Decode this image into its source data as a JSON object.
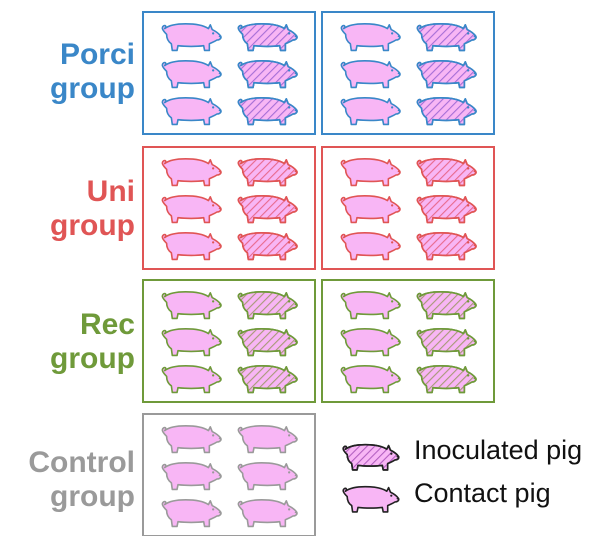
{
  "groups": [
    {
      "line1": "Porci",
      "line2": "group",
      "color": "#3a87c8",
      "body": "#f8b6f5",
      "hatch": "#a66fd6",
      "pens": 2
    },
    {
      "line1": "Uni",
      "line2": "group",
      "color": "#e05555",
      "body": "#f8b6f5",
      "hatch": "#e86a8e",
      "pens": 2
    },
    {
      "line1": "Rec",
      "line2": "group",
      "color": "#6f9a3a",
      "body": "#f8b6f5",
      "hatch": "#a89a78",
      "pens": 2
    },
    {
      "line1": "Control",
      "line2": "group",
      "color": "#9a9a9a",
      "body": "#f8b6f5",
      "hatch": null,
      "pens": 1
    }
  ],
  "legend": {
    "inoculated_label": "Inoculated pig",
    "contact_label": "Contact pig",
    "outline_color": "#222222",
    "body_color": "#f8b6f5",
    "hatch_color": "#b25fc0"
  }
}
